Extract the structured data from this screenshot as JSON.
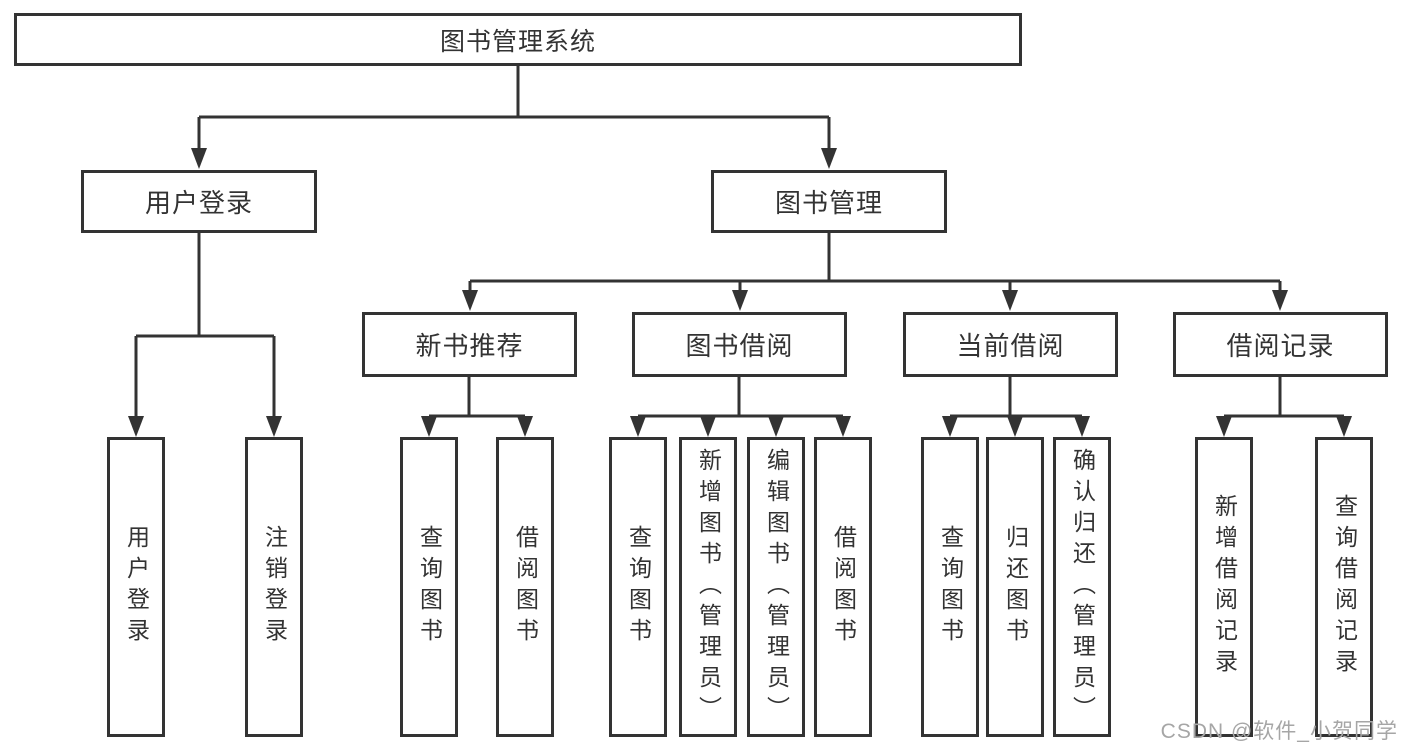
{
  "diagram": {
    "root": {
      "label": "图书管理系统"
    },
    "level2": [
      {
        "label": "用户登录"
      },
      {
        "label": "图书管理"
      }
    ],
    "level3": [
      {
        "label": "新书推荐"
      },
      {
        "label": "图书借阅"
      },
      {
        "label": "当前借阅"
      },
      {
        "label": "借阅记录"
      }
    ],
    "leaves": {
      "user_login": [
        "用户登录",
        "注销登录"
      ],
      "new_book_recommend": [
        "查询图书",
        "借阅图书"
      ],
      "book_borrow": [
        "查询图书",
        "新增图书（管理员）",
        "编辑图书（管理员）",
        "借阅图书"
      ],
      "current_borrow": [
        "查询图书",
        "归还图书",
        "确认归还（管理员）"
      ],
      "borrow_records": [
        "新增借阅记录",
        "查询借阅记录"
      ]
    }
  },
  "watermark": "CSDN @软件_小贺同学",
  "colors": {
    "line": "#333333",
    "text": "#333333",
    "box_background": "#ffffff",
    "background": "#ffffff",
    "watermark": "#a6a6a6"
  }
}
